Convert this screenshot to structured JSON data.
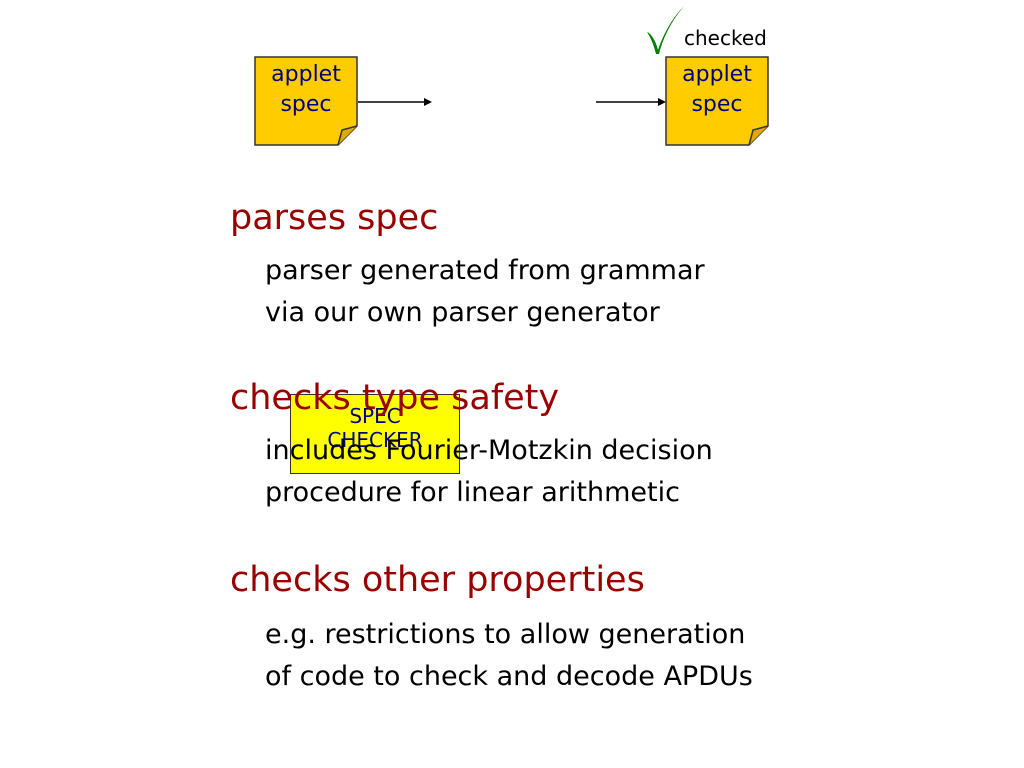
{
  "diagram": {
    "input_doc": {
      "label": "applet\nspec"
    },
    "output_doc": {
      "label": "applet\nspec"
    },
    "checked_badge": {
      "icon": "checkmark-icon",
      "label": "checked",
      "color": "#008000"
    },
    "checker": {
      "label": "SPEC\nCHECKER",
      "fill": "#ffff00"
    },
    "doc_fill": "#ffcc00"
  },
  "sections": [
    {
      "heading": "parses spec",
      "body": "parser generated from grammar\nvia our own parser generator"
    },
    {
      "heading": "checks type safety",
      "body": "includes Fourier-Motzkin decision\nprocedure for linear arithmetic"
    },
    {
      "heading": "checks other properties",
      "body": "e.g. restrictions to allow generation\nof code to check and decode APDUs"
    }
  ],
  "colors": {
    "heading": "#990000",
    "doc_label": "#000080",
    "body": "#000000"
  }
}
